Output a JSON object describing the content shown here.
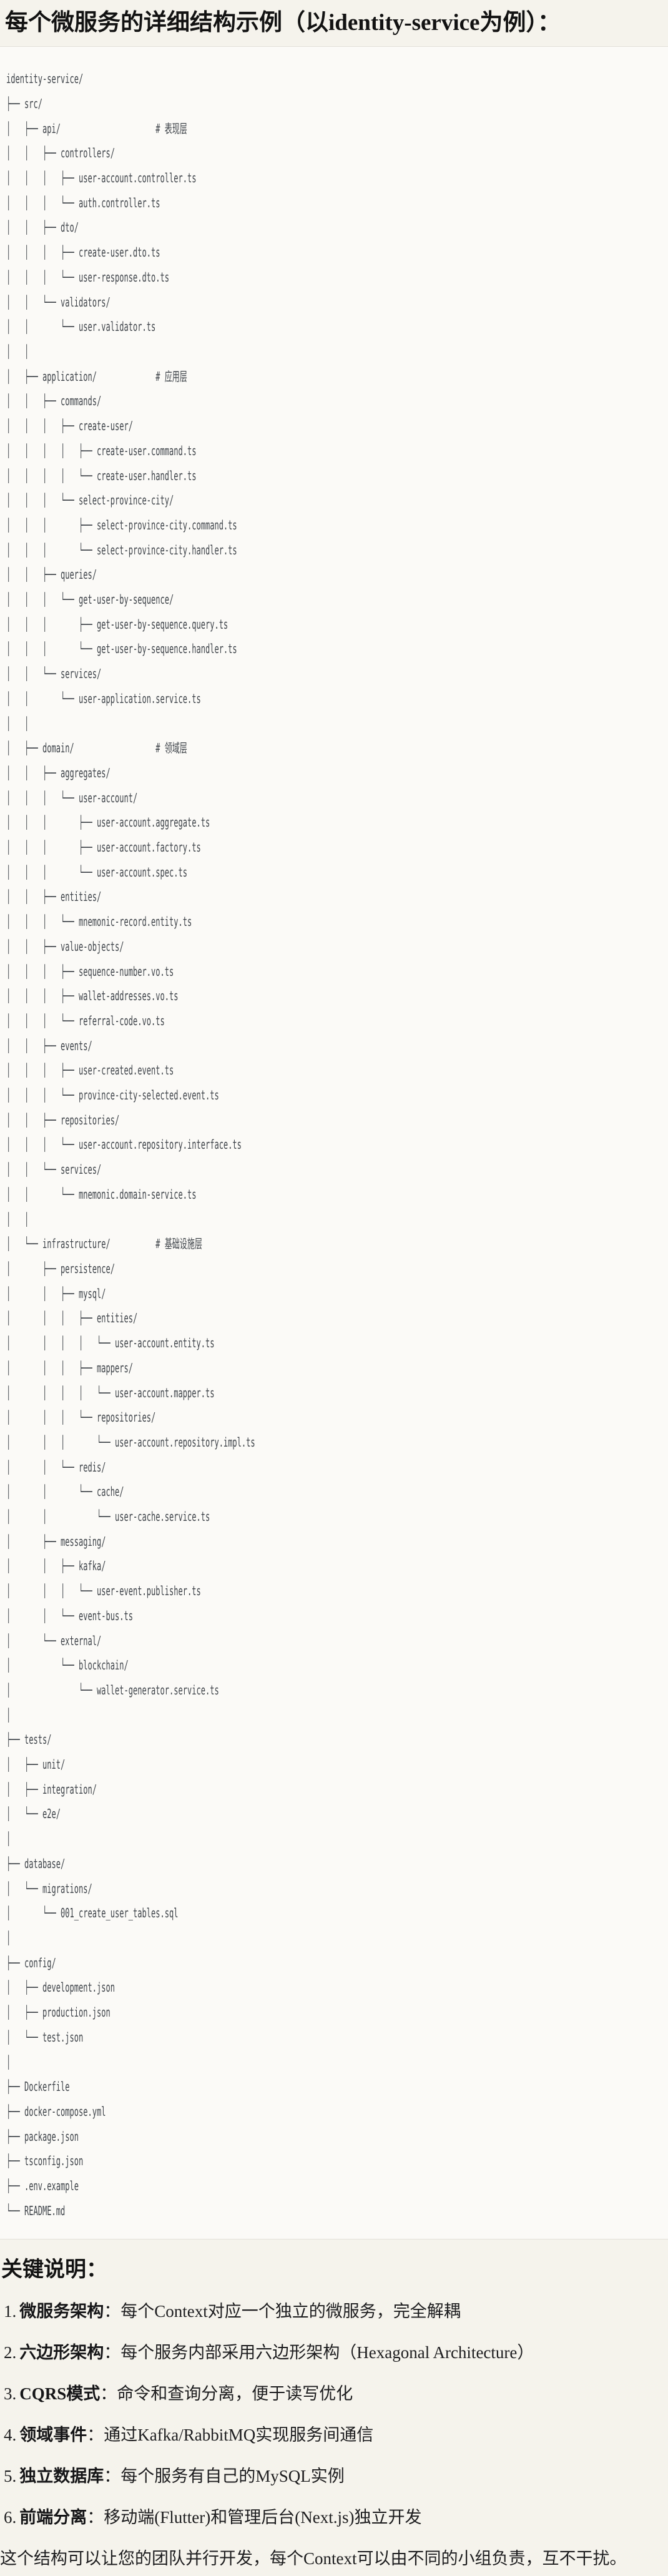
{
  "page": {
    "title": "每个微服务的详细结构示例（以identity-service为例）："
  },
  "tree": {
    "service_name": "identity-service",
    "layer_comments": [
      "# 表现层",
      "# 应用层",
      "# 领域层",
      "# 基础设施层"
    ],
    "lines": [
      "identity-service/",
      "├── src/",
      "│   ├── api/                     # 表现层",
      "│   │   ├── controllers/",
      "│   │   │   ├── user-account.controller.ts",
      "│   │   │   └── auth.controller.ts",
      "│   │   ├── dto/",
      "│   │   │   ├── create-user.dto.ts",
      "│   │   │   └── user-response.dto.ts",
      "│   │   └── validators/",
      "│   │       └── user.validator.ts",
      "│   │",
      "│   ├── application/             # 应用层",
      "│   │   ├── commands/",
      "│   │   │   ├── create-user/",
      "│   │   │   │   ├── create-user.command.ts",
      "│   │   │   │   └── create-user.handler.ts",
      "│   │   │   └── select-province-city/",
      "│   │   │       ├── select-province-city.command.ts",
      "│   │   │       └── select-province-city.handler.ts",
      "│   │   ├── queries/",
      "│   │   │   └── get-user-by-sequence/",
      "│   │   │       ├── get-user-by-sequence.query.ts",
      "│   │   │       └── get-user-by-sequence.handler.ts",
      "│   │   └── services/",
      "│   │       └── user-application.service.ts",
      "│   │",
      "│   ├── domain/                  # 领域层",
      "│   │   ├── aggregates/",
      "│   │   │   └── user-account/",
      "│   │   │       ├── user-account.aggregate.ts",
      "│   │   │       ├── user-account.factory.ts",
      "│   │   │       └── user-account.spec.ts",
      "│   │   ├── entities/",
      "│   │   │   └── mnemonic-record.entity.ts",
      "│   │   ├── value-objects/",
      "│   │   │   ├── sequence-number.vo.ts",
      "│   │   │   ├── wallet-addresses.vo.ts",
      "│   │   │   └── referral-code.vo.ts",
      "│   │   ├── events/",
      "│   │   │   ├── user-created.event.ts",
      "│   │   │   └── province-city-selected.event.ts",
      "│   │   ├── repositories/",
      "│   │   │   └── user-account.repository.interface.ts",
      "│   │   └── services/",
      "│   │       └── mnemonic.domain-service.ts",
      "│   │",
      "│   └── infrastructure/          # 基础设施层",
      "│       ├── persistence/",
      "│       │   ├── mysql/",
      "│       │   │   ├── entities/",
      "│       │   │   │   └── user-account.entity.ts",
      "│       │   │   ├── mappers/",
      "│       │   │   │   └── user-account.mapper.ts",
      "│       │   │   └── repositories/",
      "│       │   │       └── user-account.repository.impl.ts",
      "│       │   └── redis/",
      "│       │       └── cache/",
      "│       │           └── user-cache.service.ts",
      "│       ├── messaging/",
      "│       │   ├── kafka/",
      "│       │   │   └── user-event.publisher.ts",
      "│       │   └── event-bus.ts",
      "│       └── external/",
      "│           └── blockchain/",
      "│               └── wallet-generator.service.ts",
      "│",
      "├── tests/",
      "│   ├── unit/",
      "│   ├── integration/",
      "│   └── e2e/",
      "│",
      "├── database/",
      "│   └── migrations/",
      "│       └── 001_create_user_tables.sql",
      "│",
      "├── config/",
      "│   ├── development.json",
      "│   ├── production.json",
      "│   └── test.json",
      "│",
      "├── Dockerfile",
      "├── docker-compose.yml",
      "├── package.json",
      "├── tsconfig.json",
      "├── .env.example",
      "└── README.md"
    ]
  },
  "notes": {
    "heading": "关键说明：",
    "items": [
      {
        "num": "1.",
        "label": "微服务架构",
        "text": "：每个Context对应一个独立的微服务，完全解耦"
      },
      {
        "num": "2.",
        "label": "六边形架构",
        "text": "：每个服务内部采用六边形架构（Hexagonal Architecture）"
      },
      {
        "num": "3.",
        "label": "CQRS模式",
        "text": "：命令和查询分离，便于读写优化"
      },
      {
        "num": "4.",
        "label": "领域事件",
        "text": "：通过Kafka/RabbitMQ实现服务间通信"
      },
      {
        "num": "5.",
        "label": "独立数据库",
        "text": "：每个服务有自己的MySQL实例"
      },
      {
        "num": "6.",
        "label": "前端分离",
        "text": "：移动端(Flutter)和管理后台(Next.js)独立开发"
      }
    ]
  },
  "footer": {
    "text": "这个结构可以让您的团队并行开发，每个Context可以由不同的小组负责，互不干扰。"
  }
}
